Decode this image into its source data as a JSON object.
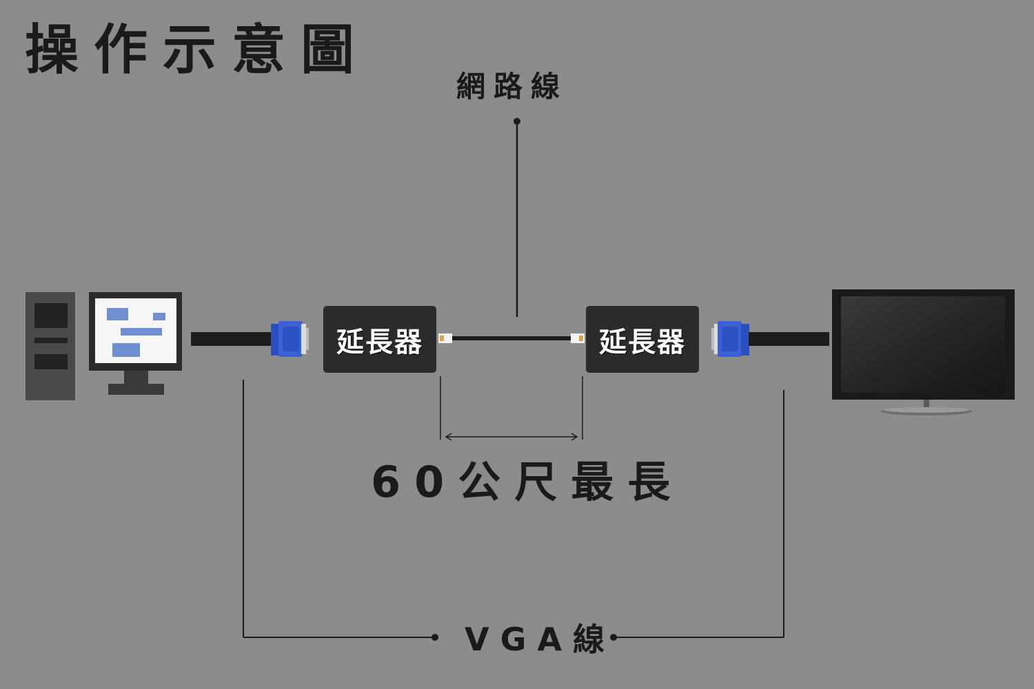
{
  "title": "操作示意圖",
  "labels": {
    "network_cable": "網路線",
    "max_distance": "60公尺最長",
    "vga_cable": "VGA線"
  },
  "devices": {
    "extender_left": "延長器",
    "extender_right": "延長器"
  },
  "colors": {
    "background": "#8c8c8c",
    "vga_connector": "#2f55c8",
    "extender_body": "#2b2b2b"
  }
}
